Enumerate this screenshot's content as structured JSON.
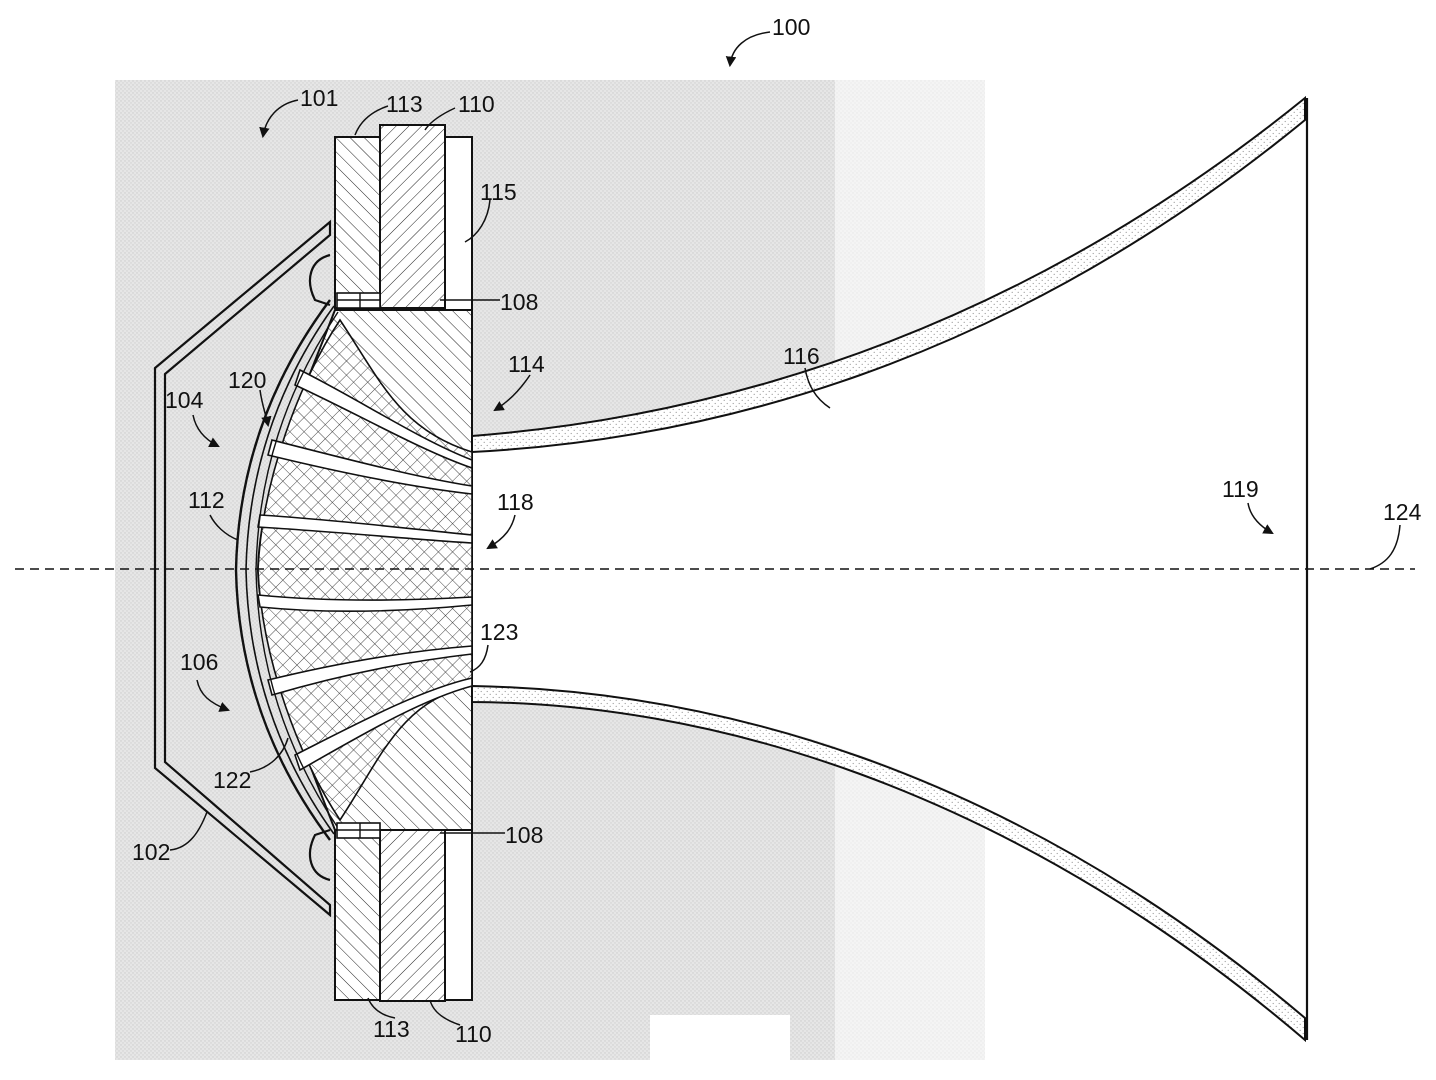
{
  "figure": {
    "colors": {
      "line": "#111111",
      "background": "#ffffff",
      "stipple": "#9a9a9a"
    },
    "labels": [
      {
        "id": "fig-100",
        "text": "100"
      },
      {
        "id": "fig-101",
        "text": "101"
      },
      {
        "id": "fig-113-top",
        "text": "113"
      },
      {
        "id": "fig-110-top",
        "text": "110"
      },
      {
        "id": "fig-115",
        "text": "115"
      },
      {
        "id": "fig-108-top",
        "text": "108"
      },
      {
        "id": "fig-114",
        "text": "114"
      },
      {
        "id": "fig-116",
        "text": "116"
      },
      {
        "id": "fig-120",
        "text": "120"
      },
      {
        "id": "fig-104",
        "text": "104"
      },
      {
        "id": "fig-112",
        "text": "112"
      },
      {
        "id": "fig-118",
        "text": "118"
      },
      {
        "id": "fig-119",
        "text": "119"
      },
      {
        "id": "fig-124",
        "text": "124"
      },
      {
        "id": "fig-123",
        "text": "123"
      },
      {
        "id": "fig-106",
        "text": "106"
      },
      {
        "id": "fig-122",
        "text": "122"
      },
      {
        "id": "fig-102",
        "text": "102"
      },
      {
        "id": "fig-108-bottom",
        "text": "108"
      },
      {
        "id": "fig-113-bottom",
        "text": "113"
      },
      {
        "id": "fig-110-bottom",
        "text": "110"
      }
    ]
  }
}
